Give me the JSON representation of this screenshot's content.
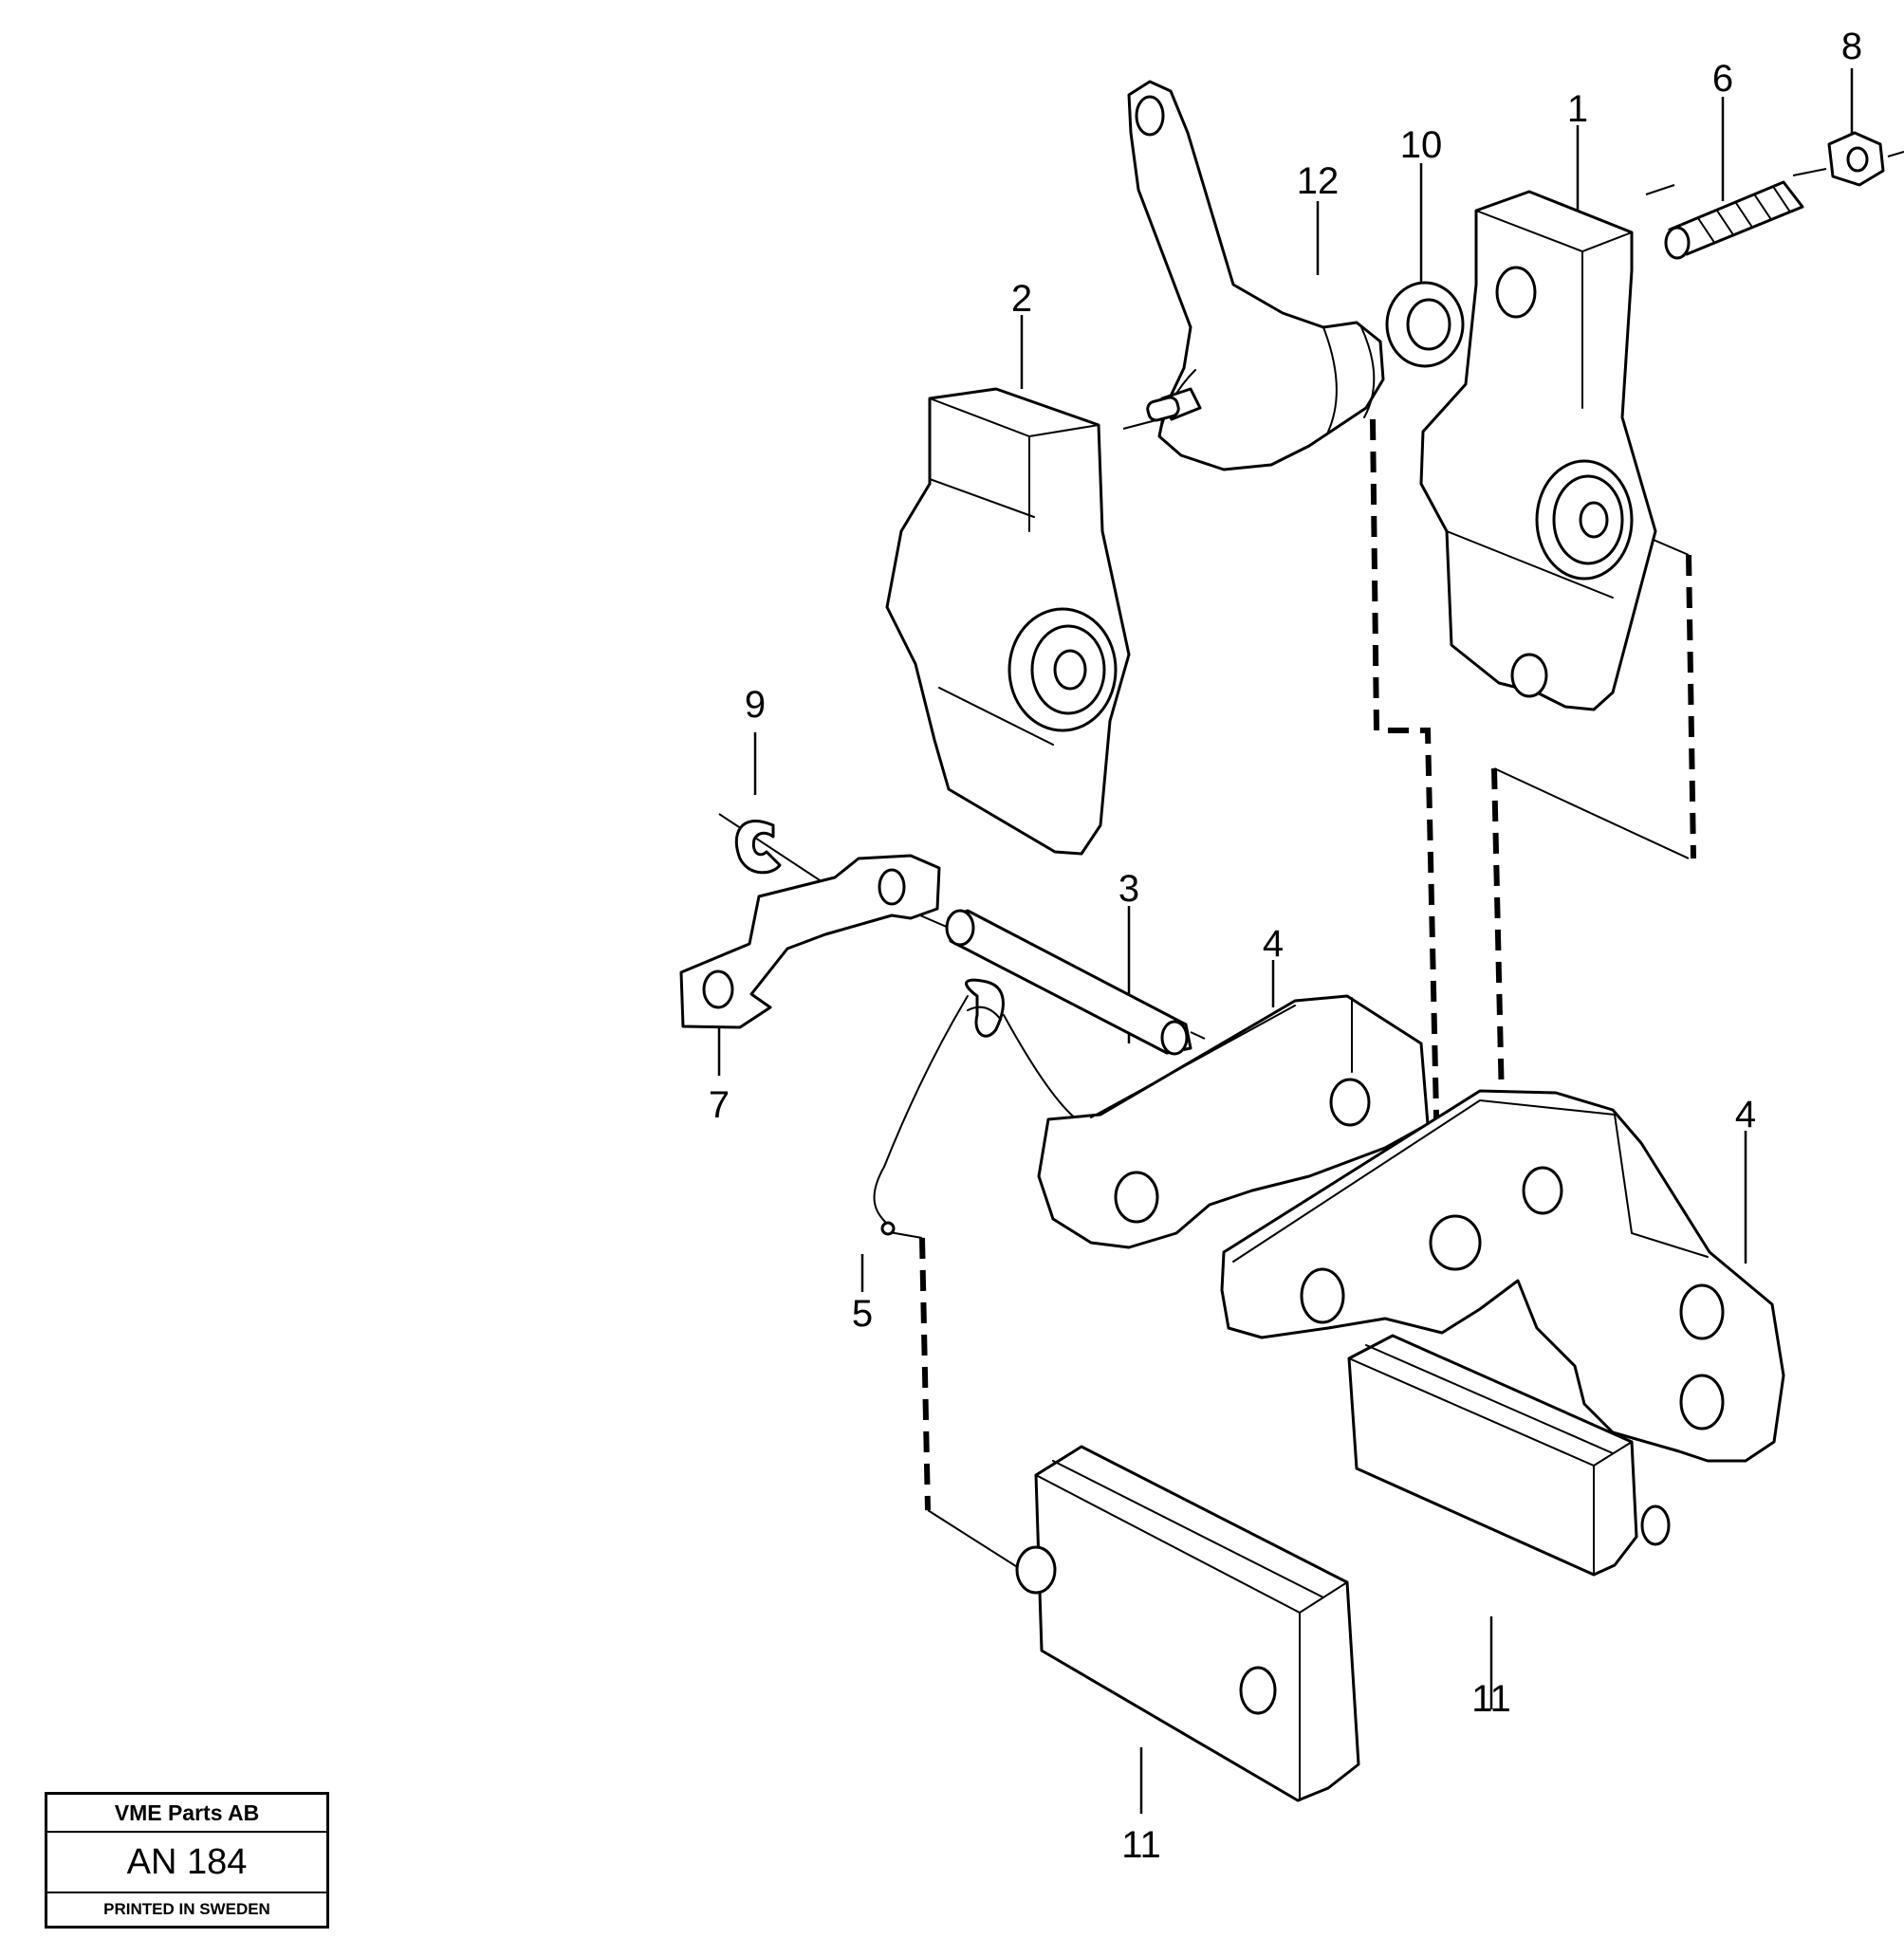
{
  "callouts": [
    {
      "label": "1"
    },
    {
      "label": "2"
    },
    {
      "label": "3"
    },
    {
      "label": "4"
    },
    {
      "label": "4"
    },
    {
      "label": "5"
    },
    {
      "label": "6"
    },
    {
      "label": "7"
    },
    {
      "label": "8"
    },
    {
      "label": "9"
    },
    {
      "label": "10"
    },
    {
      "label": "11"
    },
    {
      "label": "11"
    },
    {
      "label": "12"
    }
  ],
  "info_box": {
    "company": "VME Parts AB",
    "code": "AN 184",
    "printed": "PRINTED IN SWEDEN"
  }
}
